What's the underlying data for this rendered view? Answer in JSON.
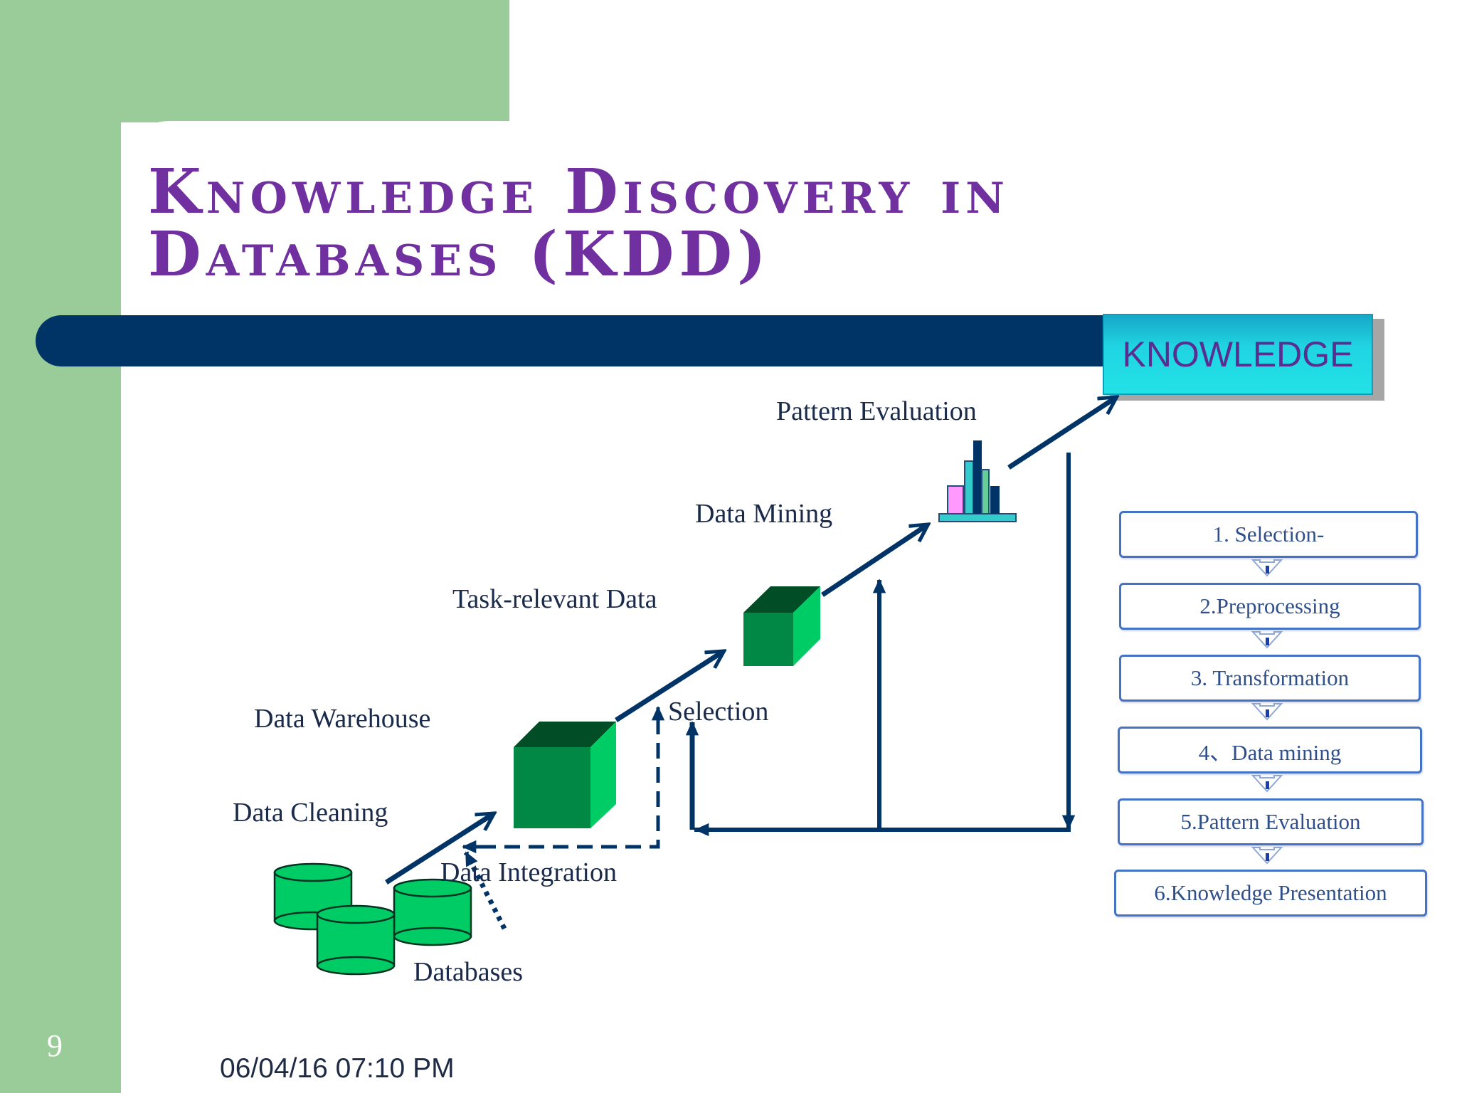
{
  "slide": {
    "title": "Knowledge Discovery in\nDatabases (KDD)",
    "knowledge_label": "KNOWLEDGE",
    "slide_number": "9",
    "date": "06/04/16 07:10 PM"
  },
  "diagram": {
    "labels": {
      "pattern_evaluation": "Pattern Evaluation",
      "data_mining": "Data Mining",
      "task_relevant_data": "Task-relevant Data",
      "selection": "Selection",
      "data_warehouse": "Data Warehouse",
      "data_cleaning": "Data Cleaning",
      "data_integration": "Data Integration",
      "databases": "Databases"
    }
  },
  "steps": [
    "1. Selection-",
    "2.Preprocessing",
    "3. Transformation",
    "4、Data mining",
    "5.Pattern Evaluation",
    "6.Knowledge Presentation"
  ],
  "colors": {
    "sidebar_green": "#99cc99",
    "navy": "#003366",
    "title_purple": "#7030a0",
    "cube_green": "#00cc66",
    "knowledge_cyan": "#22e2e6",
    "step_border": "#4472c4"
  }
}
